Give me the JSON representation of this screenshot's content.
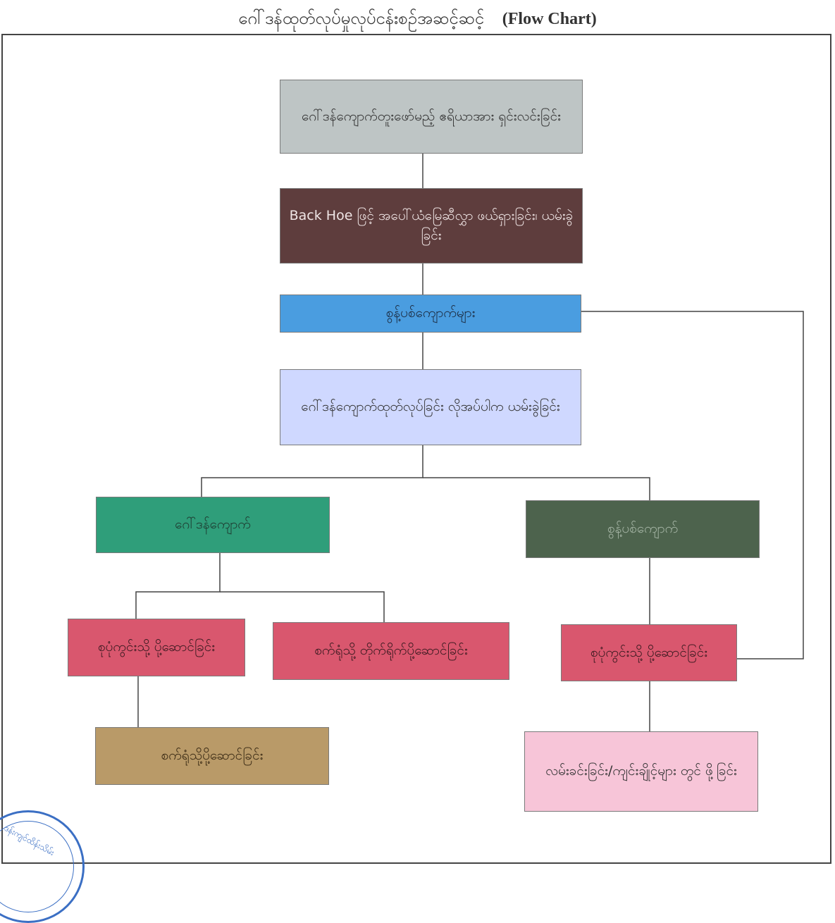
{
  "title": {
    "myanmar": "ဂေါ်ဒန်ထုတ်လုပ်မှုလုပ်ငန်းစဉ်အဆင့်ဆင့်",
    "english": "(Flow Chart)"
  },
  "nodes": [
    {
      "id": "n1",
      "text": "ဂေါ်ဒန်ကျောက်တူးဖော်မည့် ဧရိယာအား ရှင်းလင်းခြင်း",
      "fill": "#bec5c5",
      "color": "#333333"
    },
    {
      "id": "n2",
      "text": "Back Hoe ဖြင့် အပေါ်ယံမြေဆီလွှာ ဖယ်ရှားခြင်း၊ ယမ်းခွဲခြင်း",
      "fill": "#5e3d3d",
      "color": "#f0e6e6"
    },
    {
      "id": "n3",
      "text": "စွန့်ပစ်ကျောက်များ",
      "fill": "#4a9de0",
      "color": "#1c2b40"
    },
    {
      "id": "n4",
      "text": "ဂေါ်ဒန်ကျောက်ထုတ်လုပ်ခြင်း လိုအပ်ပါက ယမ်းခွဲခြင်း",
      "fill": "#cfd8ff",
      "color": "#333333"
    },
    {
      "id": "n5",
      "text": "ဂေါ်ဒန်ကျောက်",
      "fill": "#2f9e7a",
      "color": "#1e3a30"
    },
    {
      "id": "n6",
      "text": "စွန့်ပစ်ကျောက်",
      "fill": "#4d634d",
      "color": "#a3b3a3"
    },
    {
      "id": "n7",
      "text": "စုပုံကွင်းသို့ ပို့ဆောင်ခြင်း",
      "fill": "#d9576e",
      "color": "#3a1a20"
    },
    {
      "id": "n8",
      "text": "စက်ရုံသို့ တိုက်ရိုက်ပို့ဆောင်ခြင်း",
      "fill": "#d9576e",
      "color": "#3a1a20"
    },
    {
      "id": "n9",
      "text": "စုပုံကွင်းသို့ ပို့ဆောင်ခြင်း",
      "fill": "#d9576e",
      "color": "#3a1a20"
    },
    {
      "id": "n10",
      "text": "စက်ရုံသို့ပို့ဆောင်ခြင်း",
      "fill": "#b99a68",
      "color": "#3a2a14"
    },
    {
      "id": "n11",
      "text": "လမ်းခင်းခြင်း/ကျင်းချိုင့်များ တွင် ဖို့ခြင်း",
      "fill": "#f7c5d8",
      "color": "#333333"
    }
  ],
  "stamp": {
    "text": "ဒန်းကျင်ထိန်းသိမ်း"
  }
}
